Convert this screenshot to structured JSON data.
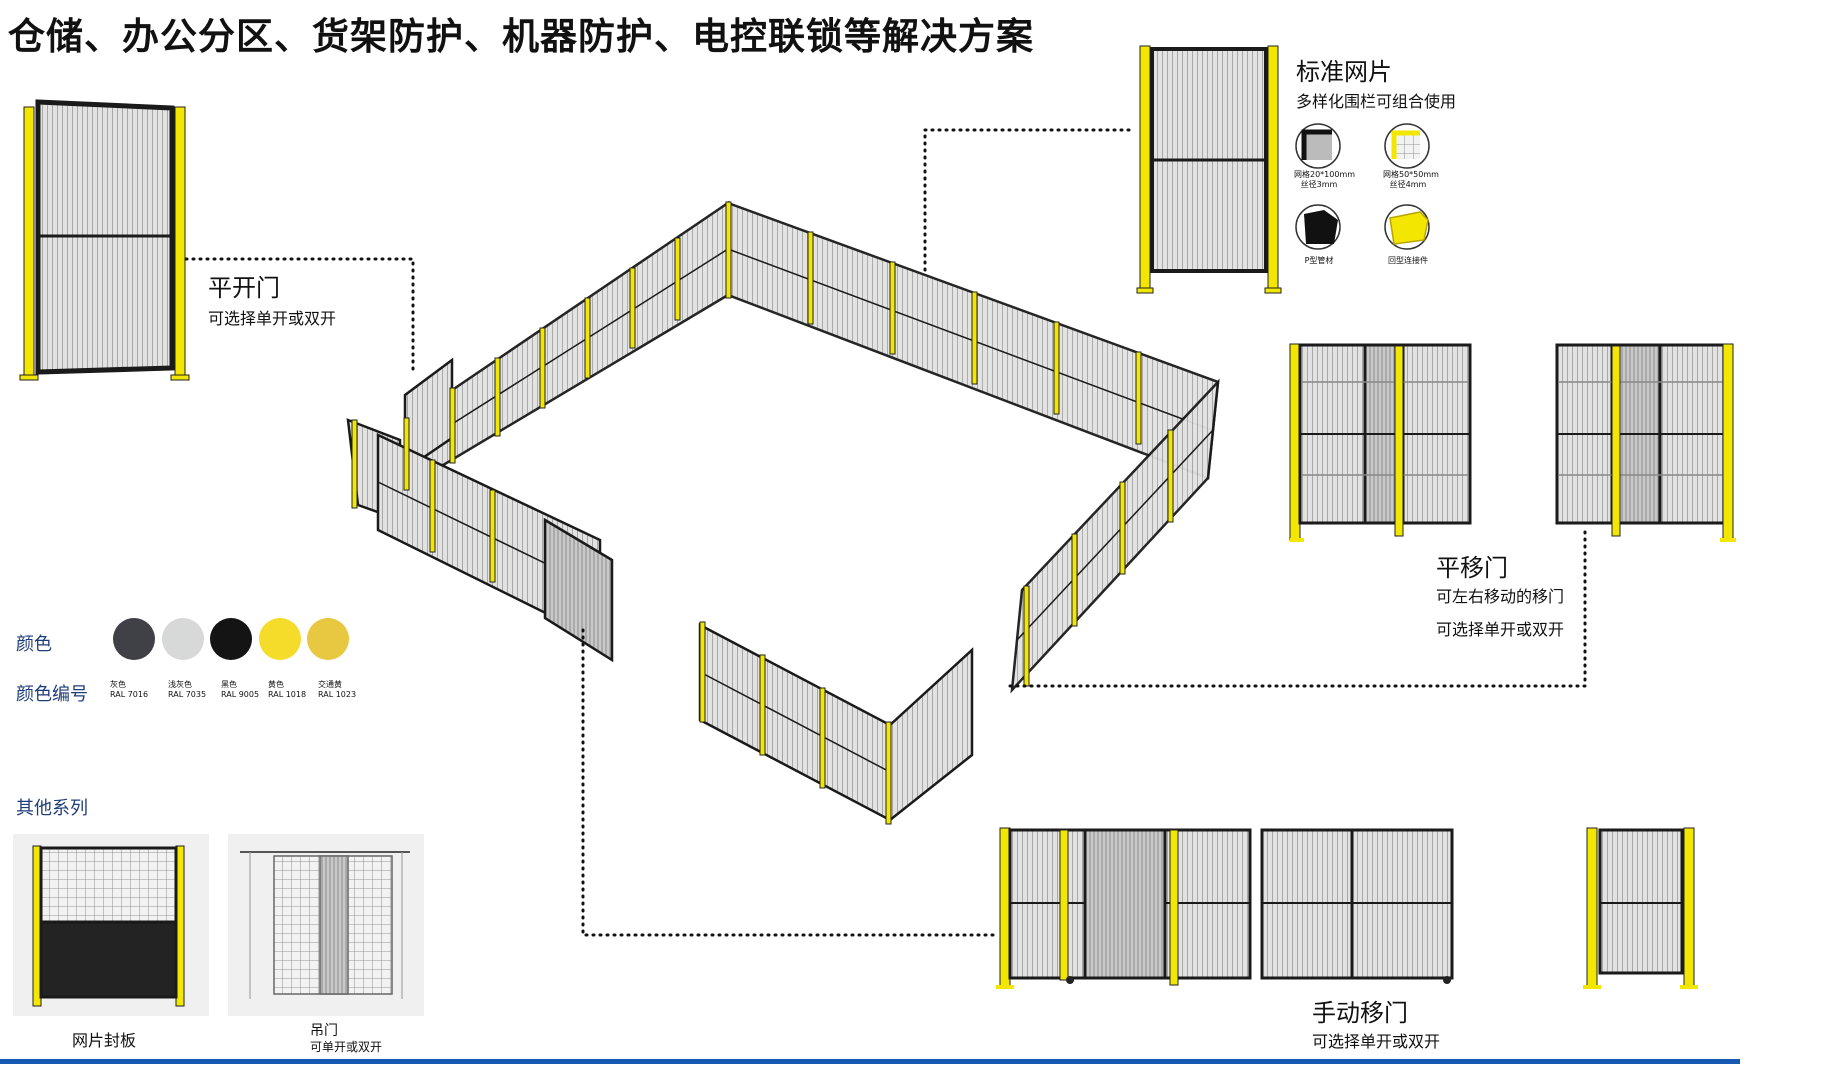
{
  "title": "仓储、办公分区、货架防护、机器防护、电控联锁等解决方案",
  "swing_door": {
    "label": "平开门",
    "desc": "可选择单开或双开"
  },
  "standard_panel": {
    "label": "标准网片",
    "desc": "多样化围栏可组合使用",
    "details": [
      {
        "line1": "网格20*100mm",
        "line2": "丝径3mm",
        "icon": "mesh-corner-gray-icon"
      },
      {
        "line1": "网格50*50mm",
        "line2": "丝径4mm",
        "icon": "mesh-corner-yellow-icon"
      },
      {
        "line1": "P型管材",
        "line2": "",
        "icon": "p-tube-icon"
      },
      {
        "line1": "回型连接件",
        "line2": "",
        "icon": "connector-icon"
      }
    ]
  },
  "sliding_door": {
    "label": "平移门",
    "desc1": "可左右移动的移门",
    "desc2": "可选择单开或双开"
  },
  "manual_sliding_door": {
    "label": "手动移门",
    "desc": "可选择单开或双开"
  },
  "colors": {
    "label": "颜色",
    "code_label": "颜色编号",
    "items": [
      {
        "name": "灰色",
        "code": "RAL 7016",
        "hex": "#3f4147"
      },
      {
        "name": "浅灰色",
        "code": "RAL 7035",
        "hex": "#d7d8d8"
      },
      {
        "name": "黑色",
        "code": "RAL 9005",
        "hex": "#141414"
      },
      {
        "name": "黄色",
        "code": "RAL 1018",
        "hex": "#f5dc2a"
      },
      {
        "name": "交通黄",
        "code": "RAL 1023",
        "hex": "#e8c840"
      }
    ]
  },
  "other_series": {
    "label": "其他系列",
    "items": [
      {
        "name": "网片封板",
        "desc": ""
      },
      {
        "name": "吊门",
        "desc": "可单开或双开"
      }
    ]
  },
  "accent": {
    "yellow": "#f3e600",
    "blue": "#1559b3",
    "frame": "#1a1a1a",
    "mesh": "#d9d9d9"
  }
}
